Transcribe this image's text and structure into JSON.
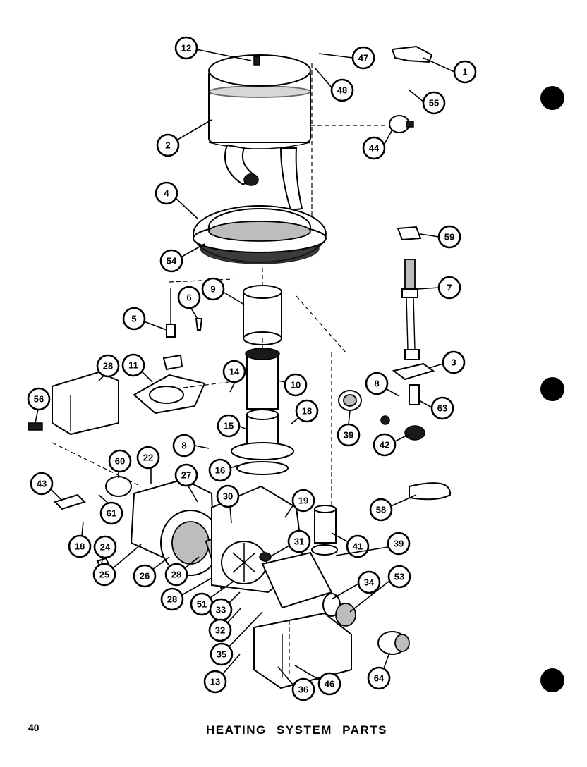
{
  "page": {
    "number": "40",
    "title": "HEATING SYSTEM PARTS"
  },
  "callouts": [
    "12",
    "47",
    "1",
    "48",
    "55",
    "2",
    "44",
    "4",
    "59",
    "54",
    "7",
    "5",
    "6",
    "9",
    "3",
    "28",
    "11",
    "14",
    "10",
    "8",
    "63",
    "56",
    "18",
    "15",
    "39",
    "42",
    "8",
    "16",
    "22",
    "60",
    "27",
    "43",
    "30",
    "19",
    "58",
    "61",
    "41",
    "18",
    "24",
    "31",
    "39",
    "25",
    "26",
    "28",
    "34",
    "53",
    "28",
    "51",
    "33",
    "32",
    "35",
    "64",
    "13",
    "36",
    "46"
  ]
}
